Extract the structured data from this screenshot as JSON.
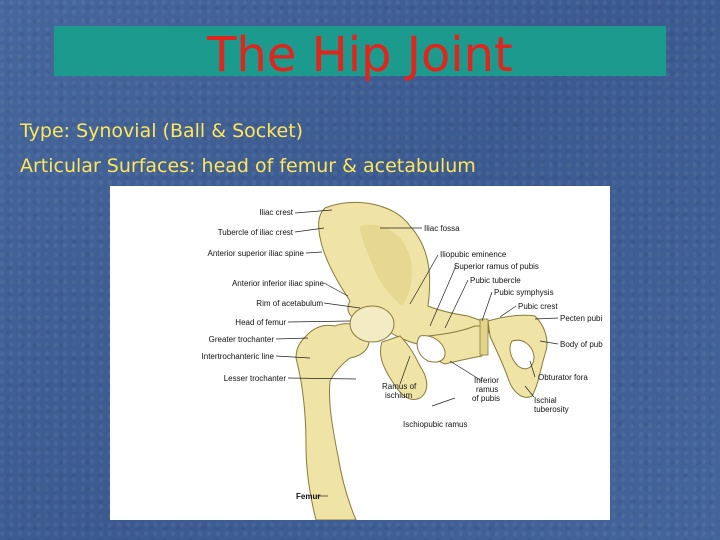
{
  "slide": {
    "title": "The Hip Joint",
    "bullets": [
      "Type: Synovial (Ball & Socket)",
      "Articular Surfaces: head of femur & acetabulum"
    ]
  },
  "diagram": {
    "labels": {
      "iliac_crest": "Iliac crest",
      "tubercle_iliac_crest": "Tubercle of iliac crest",
      "asis": "Anterior superior iliac spine",
      "aiis": "Anterior inferior iliac spine",
      "rim_acetabulum": "Rim of acetabulum",
      "head_femur": "Head of femur",
      "greater_trochanter": "Greater trochanter",
      "intertrochanteric_line": "Intertrochanteric line",
      "lesser_trochanter": "Lesser trochanter",
      "iliac_fossa": "Iliac fossa",
      "iliopubic_eminence": "Iliopubic eminence",
      "superior_ramus_pubis": "Superior ramus of pubis",
      "pubic_tubercle": "Pubic tubercle",
      "pubic_symphysis": "Pubic symphysis",
      "pubic_crest": "Pubic crest",
      "pecten_pubis": "Pecten pubi",
      "body_pubis": "Body of pub",
      "obturator_foramen": "Obturator fora",
      "ischial_tuberosity_1": "Ischial",
      "ischial_tuberosity_2": "tuberosity",
      "inferior_ramus_1": "Inferior",
      "inferior_ramus_2": "ramus",
      "inferior_ramus_3": "of pubis",
      "ramus_ischium_1": "Ramus of",
      "ramus_ischium_2": "ischium",
      "ischiopubic_ramus": "Ischiopubic ramus",
      "femur": "Femur"
    }
  },
  "colors": {
    "background": "#3f5f94",
    "title_bar": "#1c9a8e",
    "title_text": "#e0261c",
    "bullet_text": "#ffe65a",
    "bone": "#efe4a6"
  }
}
